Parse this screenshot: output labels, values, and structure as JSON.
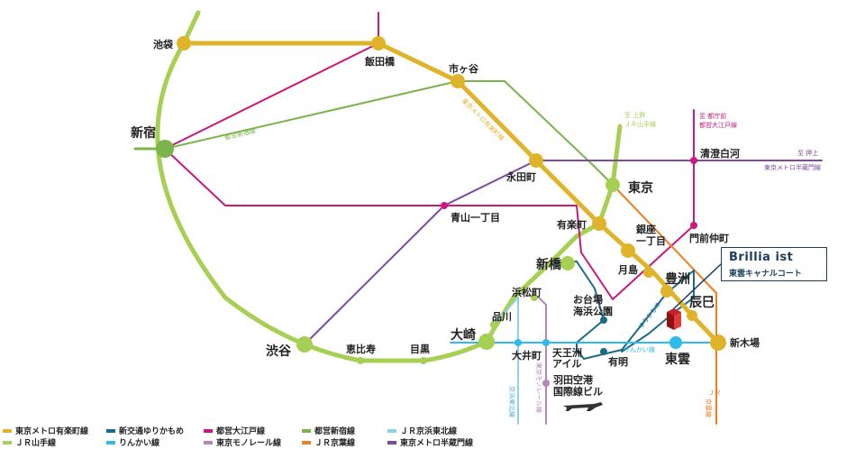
{
  "colors": {
    "yurakucho": "#e0b42a",
    "yamanote": "#a7cf53",
    "yurikamome": "#1c6a8a",
    "rinkai": "#2dbbe9",
    "oedo": "#c8197d",
    "monorail": "#b687b5",
    "shinjuku": "#7ab44a",
    "keiyo": "#ef7d22",
    "keihin": "#8fd0ef",
    "hanzomon": "#7d4aa0",
    "callout": "#1a3e5c",
    "marker": "#c8202a"
  },
  "stations": {
    "ikebukuro": "池袋",
    "iidabashi": "飯田橋",
    "ichigaya": "市ヶ谷",
    "shinjuku": "新宿",
    "nagatacho": "永田町",
    "kiyosumi": "清澄白河",
    "tokyo": "東京",
    "aoyama": "青山一丁目",
    "yurakucho": "有楽町",
    "ginza1_line1": "銀座",
    "ginza1_line2": "一丁目",
    "monzen": "門前仲町",
    "shimbashi": "新橋",
    "tsukishima": "月島",
    "toyosu": "豊洲",
    "tatsumi": "辰巳",
    "hamamatsucho": "浜松町",
    "odaiba_line1": "お台場",
    "odaiba_line2": "海浜公園",
    "shinagawa": "品川",
    "shibuya": "渋谷",
    "ebisu": "恵比寿",
    "meguro": "目黒",
    "osaki": "大崎",
    "oimachi": "大井町",
    "tennozu_line1": "天王洲",
    "tennozu_line2": "アイル",
    "ariake": "有明",
    "shinonome": "東雲",
    "shinkiba": "新木場",
    "haneda_line1": "羽田空港",
    "haneda_line2": "国際線ビル"
  },
  "line_labels": {
    "shinjuku_line": "都営新宿線",
    "yurakucho_line": "東京メトロ有楽町線",
    "to_ueno_line1": "至 上野",
    "to_ueno_line2": "ＪＲ山手線",
    "to_tocho_line1": "至 都庁前",
    "to_tocho_line2": "都営大江戸線",
    "to_oshiage": "至 押上",
    "hanzomon_line": "東京メトロ半蔵門線",
    "yurikamome_line": "ゆりかもめ",
    "rinkai_line": "りんかい線",
    "keihin_line": "京浜東北線",
    "monorail_line": "東京モノレール線",
    "keiyo_line1": "ＪＲ",
    "keiyo_line2": "京葉線"
  },
  "callout": {
    "title": "Brillia ist",
    "subtitle": "東雲キャナルコート"
  },
  "legend": [
    {
      "label": "東京メトロ有楽町線",
      "color": "#e0b42a"
    },
    {
      "label": "新交通ゆりかもめ",
      "color": "#1c6a8a"
    },
    {
      "label": "都営大江戸線",
      "color": "#c8197d"
    },
    {
      "label": "都営新宿線",
      "color": "#7ab44a"
    },
    {
      "label": "ＪＲ京浜東北線",
      "color": "#8fd0ef"
    },
    {
      "label": "ＪＲ山手線",
      "color": "#a7cf53"
    },
    {
      "label": "りんかい線",
      "color": "#2dbbe9"
    },
    {
      "label": "東京モノレール線",
      "color": "#b687b5"
    },
    {
      "label": "ＪＲ京葉線",
      "color": "#ef7d22"
    },
    {
      "label": "東京メトロ半蔵門線",
      "color": "#7d4aa0"
    }
  ]
}
